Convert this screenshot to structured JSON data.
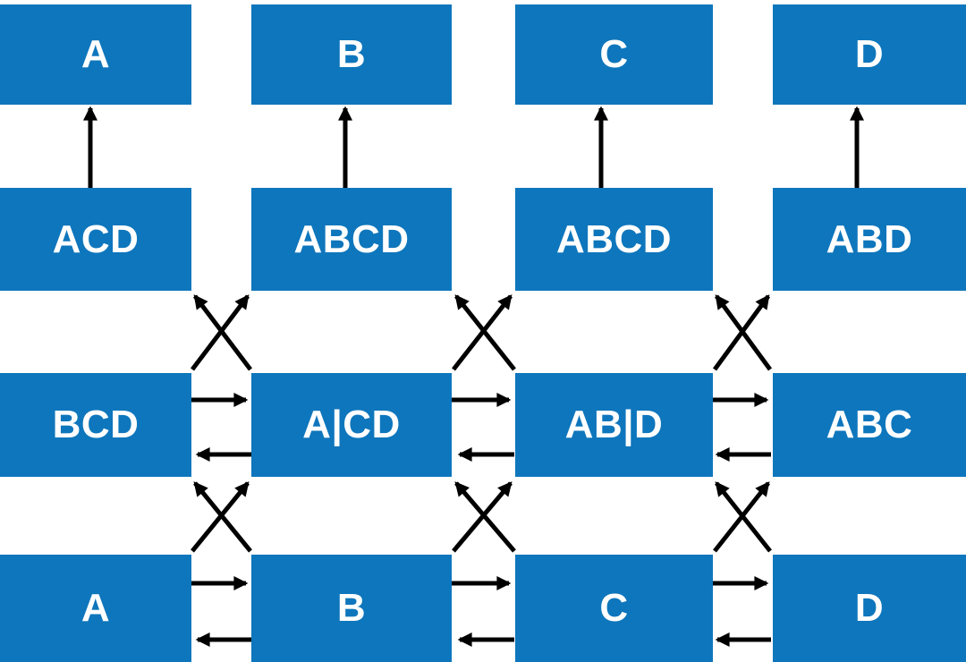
{
  "diagram": {
    "box_color": "#0e76bc",
    "label_color": "#ffffff",
    "arrow_color": "#000000",
    "background_color": "#ffffff",
    "rows": [
      {
        "name": "top-row",
        "boxes": [
          "A",
          "B",
          "C",
          "D"
        ]
      },
      {
        "name": "second-row",
        "boxes": [
          "ACD",
          "ABCD",
          "ABCD",
          "ABD"
        ]
      },
      {
        "name": "third-row",
        "boxes": [
          "BCD",
          "A|CD",
          "AB|D",
          "ABC"
        ]
      },
      {
        "name": "bottom-row",
        "boxes": [
          "A",
          "B",
          "C",
          "D"
        ]
      }
    ],
    "edges": [
      "ACD → A",
      "ABCD → B",
      "ABCD → C",
      "ABD → D",
      "BCD → ABCD",
      "A|CD → ACD",
      "A|CD → ABCD",
      "AB|D → ABCD",
      "AB|D → ABD",
      "ABC → ABCD",
      "BCD ↔ A|CD",
      "A|CD ↔ AB|D",
      "AB|D ↔ ABC",
      "A → A|CD",
      "B → BCD",
      "B → AB|D",
      "C → A|CD",
      "C → ABC",
      "D → AB|D",
      "A ↔ B",
      "B ↔ C",
      "C ↔ D"
    ]
  }
}
